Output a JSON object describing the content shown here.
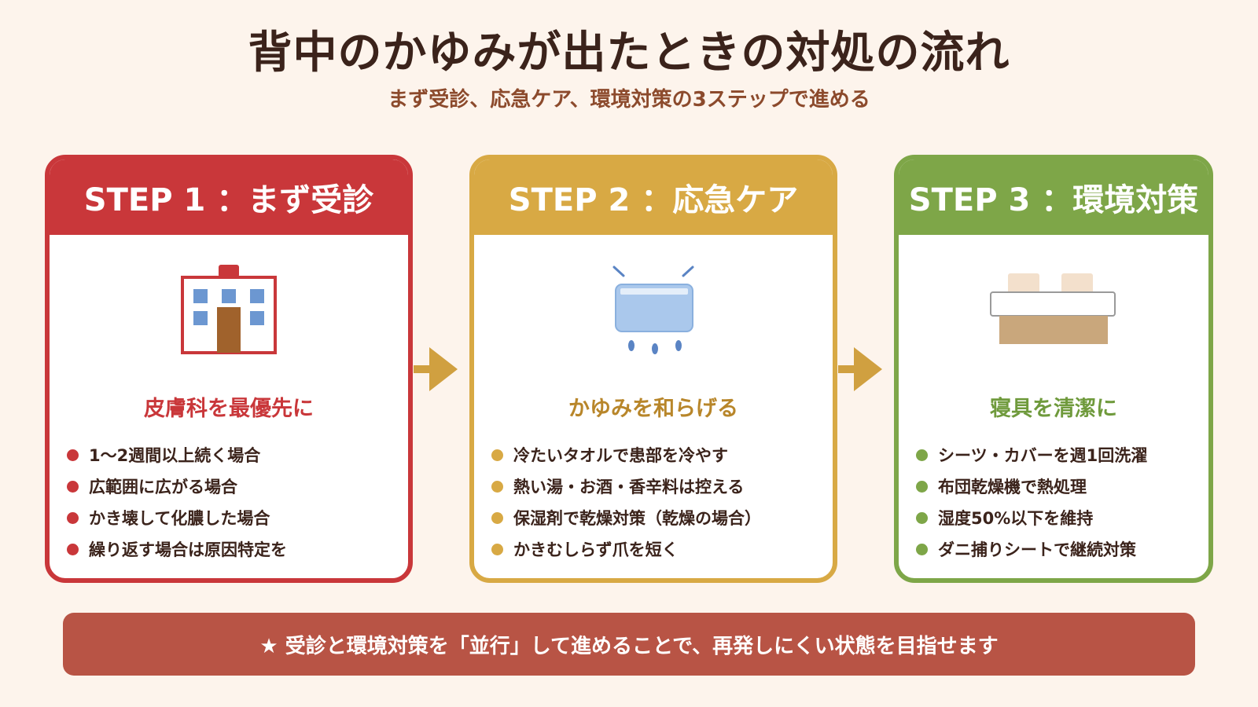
{
  "header": {
    "title": "背中のかゆみが出たときの対処の流れ",
    "subtitle": "まず受診、応急ケア、環境対策の3ステップで進める"
  },
  "steps": [
    {
      "heading": "STEP 1 ：まず受診",
      "icon": "hospital-icon",
      "subheading": "皮膚科を最優先に",
      "color": "#c9373a",
      "items": [
        "1〜2週間以上続く場合",
        "広範囲に広がる場合",
        "かき壊して化膿した場合",
        "繰り返す場合は原因特定を"
      ]
    },
    {
      "heading": "STEP 2 ：応急ケア",
      "icon": "cold-towel-icon",
      "subheading": "かゆみを和らげる",
      "color": "#d8a944",
      "items": [
        "冷たいタオルで患部を冷やす",
        "熱い湯・お酒・香辛料は控える",
        "保湿剤で乾燥対策（乾燥の場合）",
        "かきむしらず爪を短く"
      ]
    },
    {
      "heading": "STEP 3 ：環境対策",
      "icon": "bed-icon",
      "subheading": "寝具を清潔に",
      "color": "#7ea648",
      "items": [
        "シーツ・カバーを週1回洗濯",
        "布団乾燥機で熱処理",
        "湿度50%以下を維持",
        "ダニ捕りシートで継続対策"
      ]
    }
  ],
  "footer": {
    "note": "★ 受診と環境対策を「並行」して進めることで、再発しにくい状態を目指せます"
  }
}
